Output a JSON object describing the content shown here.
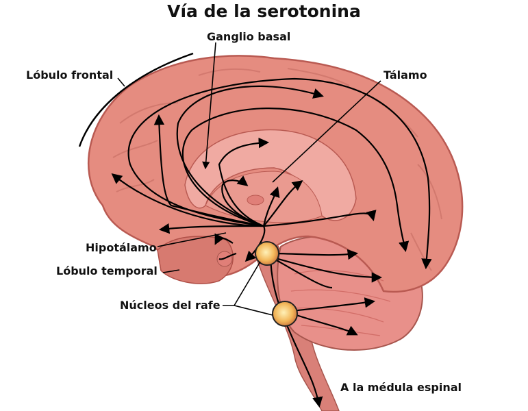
{
  "title": "Vía de la serotonina",
  "labels": {
    "frontal": "Lóbulo frontal",
    "basal": "Ganglio basal",
    "thalamus": "Tálamo",
    "hypothalamus": "Hipotálamo",
    "temporal": "Lóbulo temporal",
    "raphe": "Núcleos del rafe",
    "spinal": "A la médula espinal"
  },
  "colors": {
    "brain": "#e58c80",
    "brain_dark": "#b95a52",
    "inner": "#f0aaa2",
    "cerebellum": "#e07f78",
    "nucleus": "#f6c96a",
    "arrow": "#000000"
  }
}
